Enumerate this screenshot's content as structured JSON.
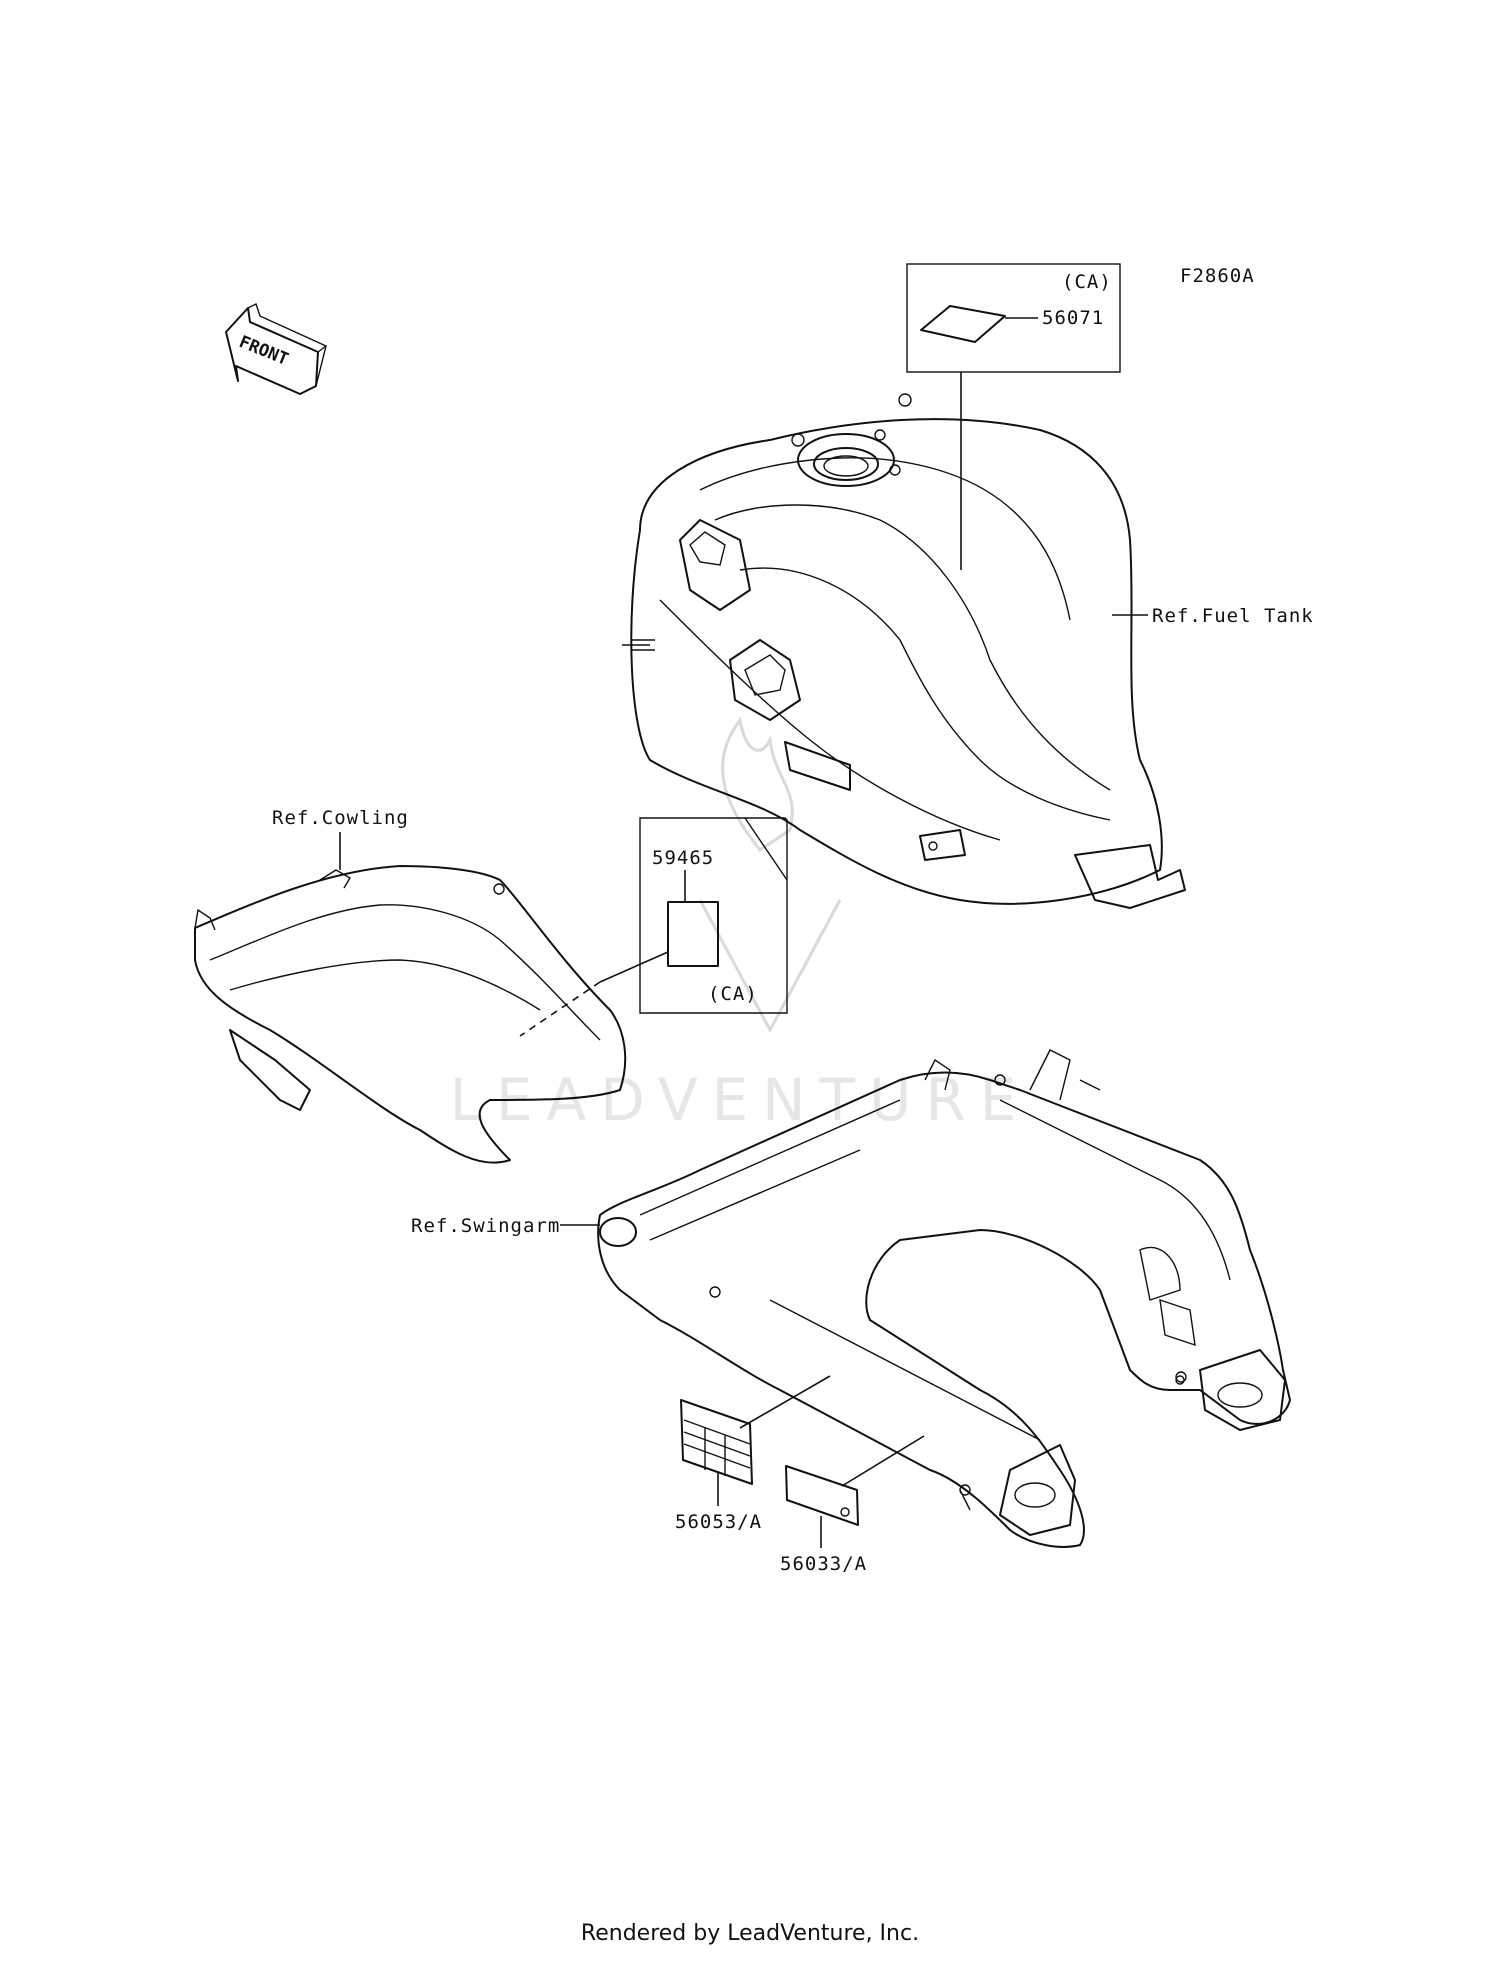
{
  "figure_code": "F2860A",
  "front_arrow_label": "FRONT",
  "callouts": {
    "fuel_tank_label": {
      "part_number": "56071",
      "variant": "(CA)"
    },
    "cowling_label": {
      "part_number": "59465",
      "variant": "(CA)"
    },
    "swingarm_label_left": {
      "part_number": "56053/A"
    },
    "swingarm_label_right": {
      "part_number": "56033/A"
    }
  },
  "references": {
    "fuel_tank": "Ref.Fuel Tank",
    "cowling": "Ref.Cowling",
    "swingarm": "Ref.Swingarm"
  },
  "watermark_text": "LEADVENTURE",
  "footer": "Rendered by LeadVenture, Inc."
}
